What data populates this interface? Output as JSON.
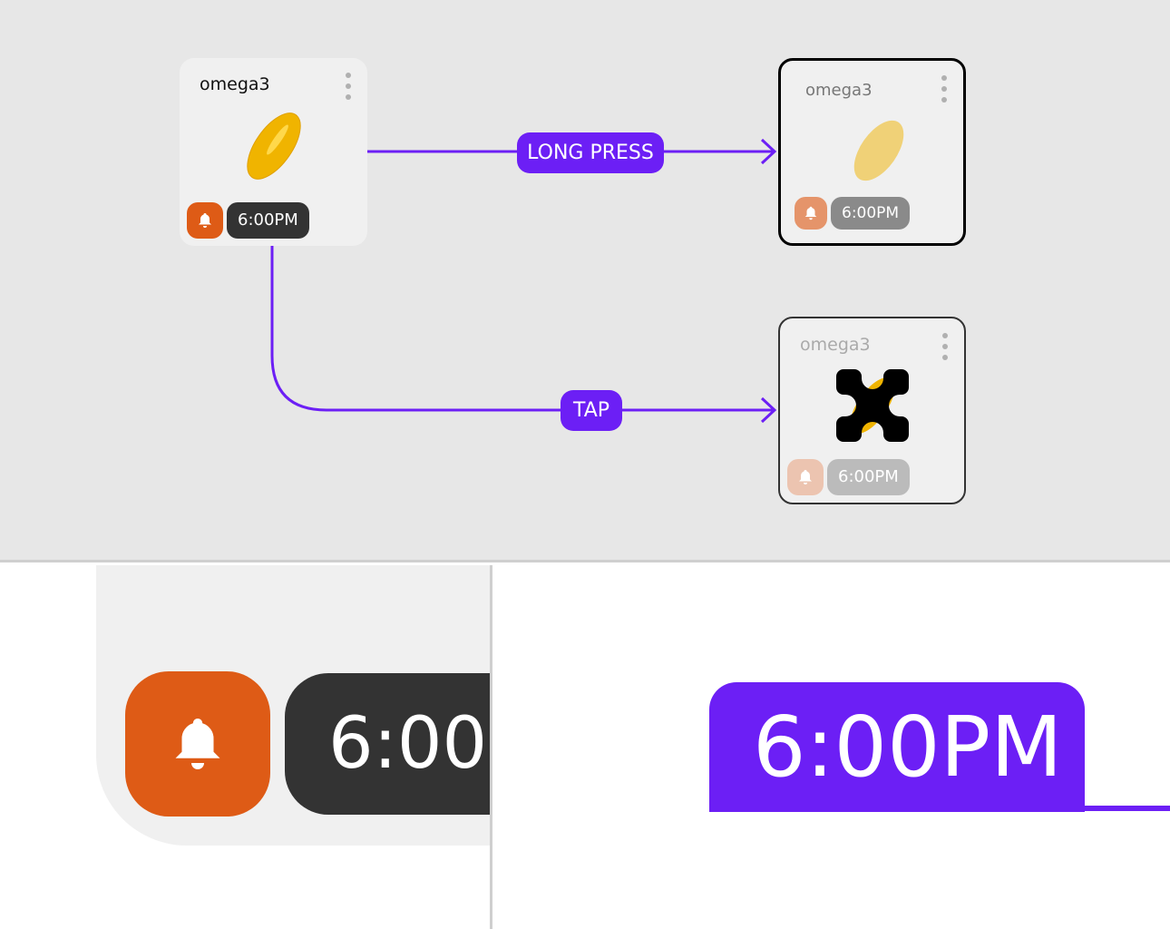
{
  "cards": [
    {
      "state": "default",
      "title": "omega3",
      "time": "6:00PM"
    },
    {
      "state": "long-pressed",
      "title": "omega3",
      "time": "6:00PM"
    },
    {
      "state": "tapped",
      "title": "omega3",
      "time": "6:00PM"
    }
  ],
  "edges": {
    "long_press": "LONG PRESS",
    "tap": "TAP"
  },
  "detail": {
    "time": "6:00PM",
    "time_highlight": "6:00PM"
  },
  "colors": {
    "accent": "#6c1ff5",
    "bell": "#de5b16",
    "time_bg": "#333333",
    "canvas": "#e7e7e7"
  }
}
